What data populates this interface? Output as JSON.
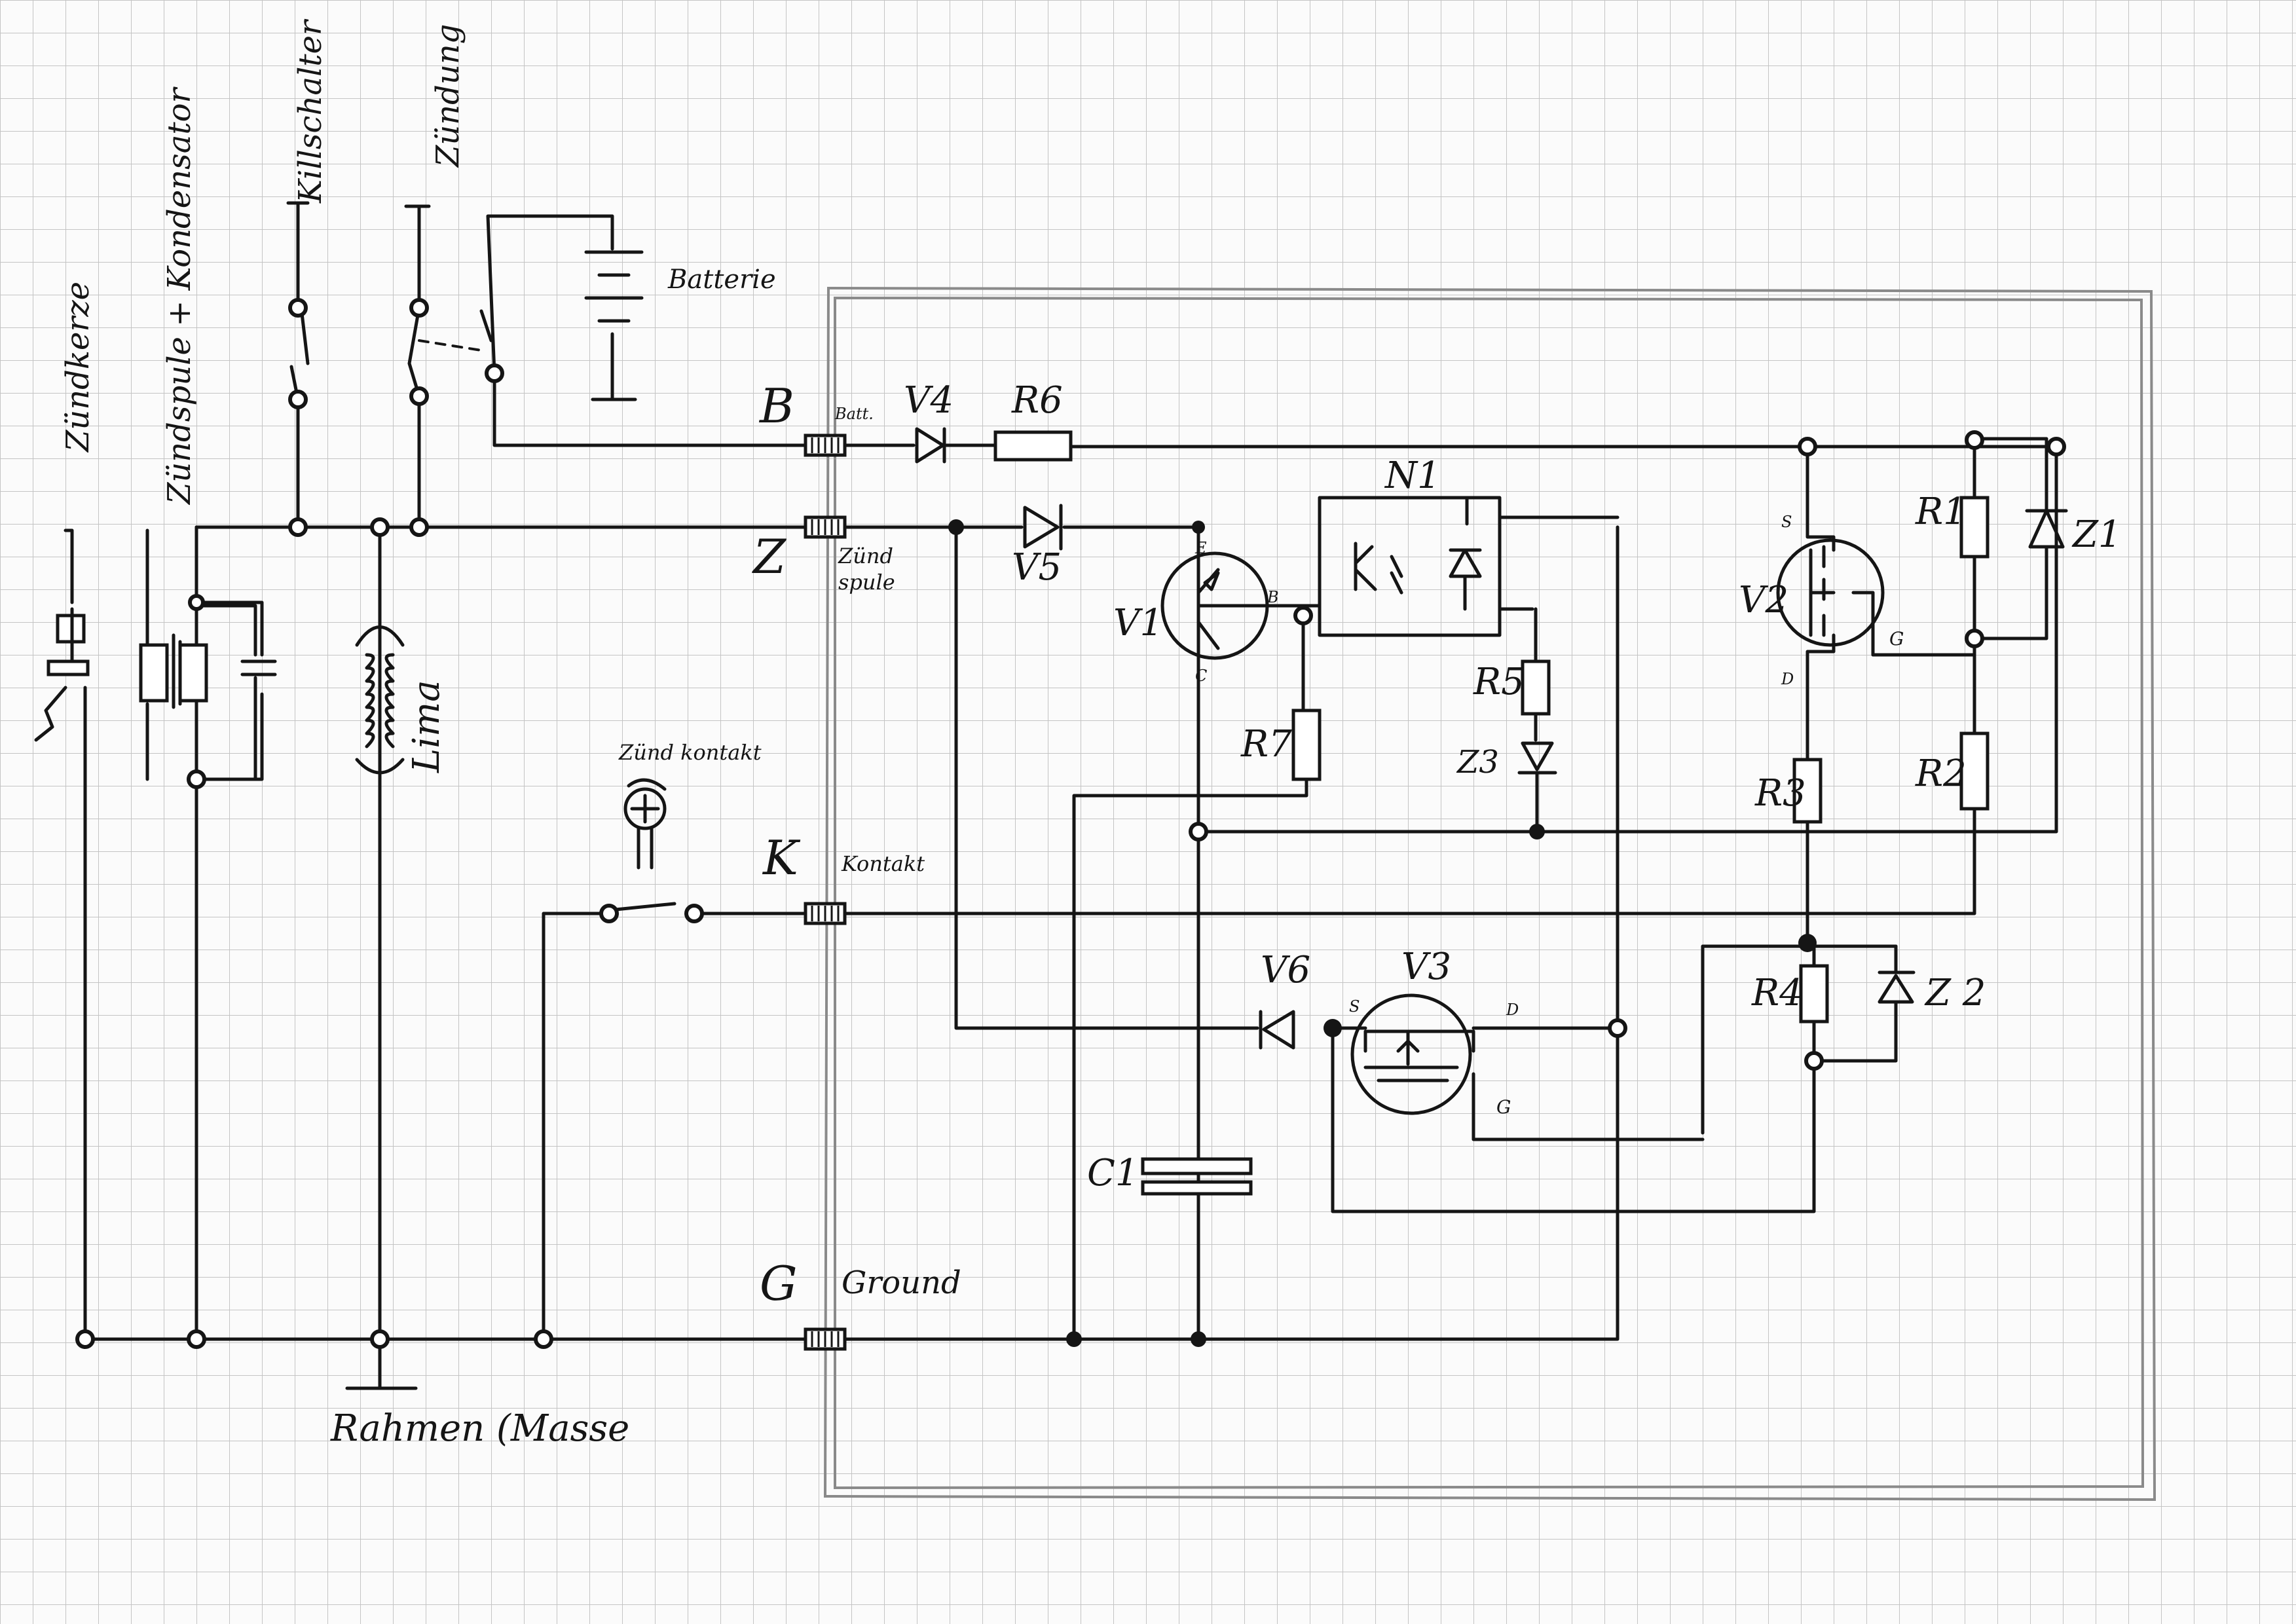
{
  "labels": {
    "zuendkerze": "Zündkerze",
    "zuendspule_kondensator": "Zündspule + Kondensator",
    "killschalter": "Killschalter",
    "zuendung": "Zündung",
    "batterie": "Batterie",
    "lima": "Lima",
    "zuendkontakt": "Zünd kontakt",
    "rahmen_masse": "Rahmen (Masse",
    "terminal_b": "B",
    "terminal_b_sub": "Batt.",
    "terminal_z": "Z",
    "terminal_z_sub1": "Zünd",
    "terminal_z_sub2": "spule",
    "terminal_k": "K",
    "terminal_k_sub": "Kontakt",
    "terminal_g": "G",
    "terminal_g_sub": "Ground"
  },
  "components": {
    "v1": "V1",
    "v2": "V2",
    "v3": "V3",
    "v4": "V4",
    "v5": "V5",
    "v6": "V6",
    "r1": "R1",
    "r2": "R2",
    "r3": "R3",
    "r4": "R4",
    "r5": "R5",
    "r6": "R6",
    "r7": "R7",
    "z1": "Z1",
    "z2": "Z 2",
    "z3": "Z3",
    "n1": "N1",
    "c1": "C1"
  },
  "pins": {
    "v1_e": "E",
    "v1_b": "B",
    "v1_c": "C",
    "v2_s": "S",
    "v2_g": "G",
    "v2_d": "D",
    "v3_s": "S",
    "v3_d": "D",
    "v3_g": "G"
  }
}
